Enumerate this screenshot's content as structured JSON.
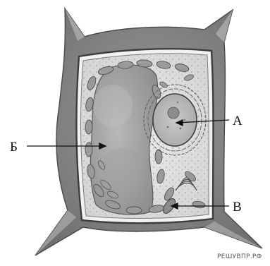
{
  "diagram": {
    "labels": {
      "a": "А",
      "b": "Б",
      "v": "В"
    }
  },
  "watermark": "РЕШУВПР.РФ"
}
